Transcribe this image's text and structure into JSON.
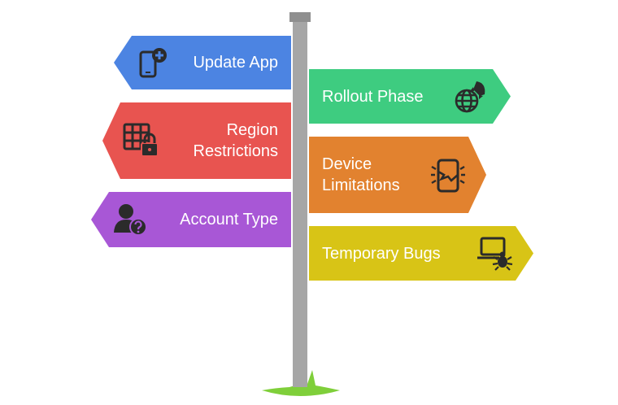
{
  "colors": {
    "pole": "#a6a6a6",
    "pole_cap": "#8f8f8f",
    "grass": "#7fcf3a",
    "icon": "#2b2b2b",
    "update_app": "#4c84e2",
    "region_restrictions": "#e85450",
    "account_type": "#a857d6",
    "rollout_phase": "#3ecc80",
    "device_limitations": "#e2822f",
    "temporary_bugs": "#d8c416"
  },
  "signs": {
    "update_app": {
      "label": "Update App",
      "icon": "phone-plus-icon"
    },
    "region_restrictions": {
      "label": "Region\nRestrictions",
      "icon": "grid-lock-icon"
    },
    "account_type": {
      "label": "Account Type",
      "icon": "user-question-icon"
    },
    "rollout_phase": {
      "label": "Rollout Phase",
      "icon": "globe-rocket-icon"
    },
    "device_limitations": {
      "label": "Device\nLimitations",
      "icon": "broken-phone-icon"
    },
    "temporary_bugs": {
      "label": "Temporary Bugs",
      "icon": "laptop-bug-icon"
    }
  }
}
